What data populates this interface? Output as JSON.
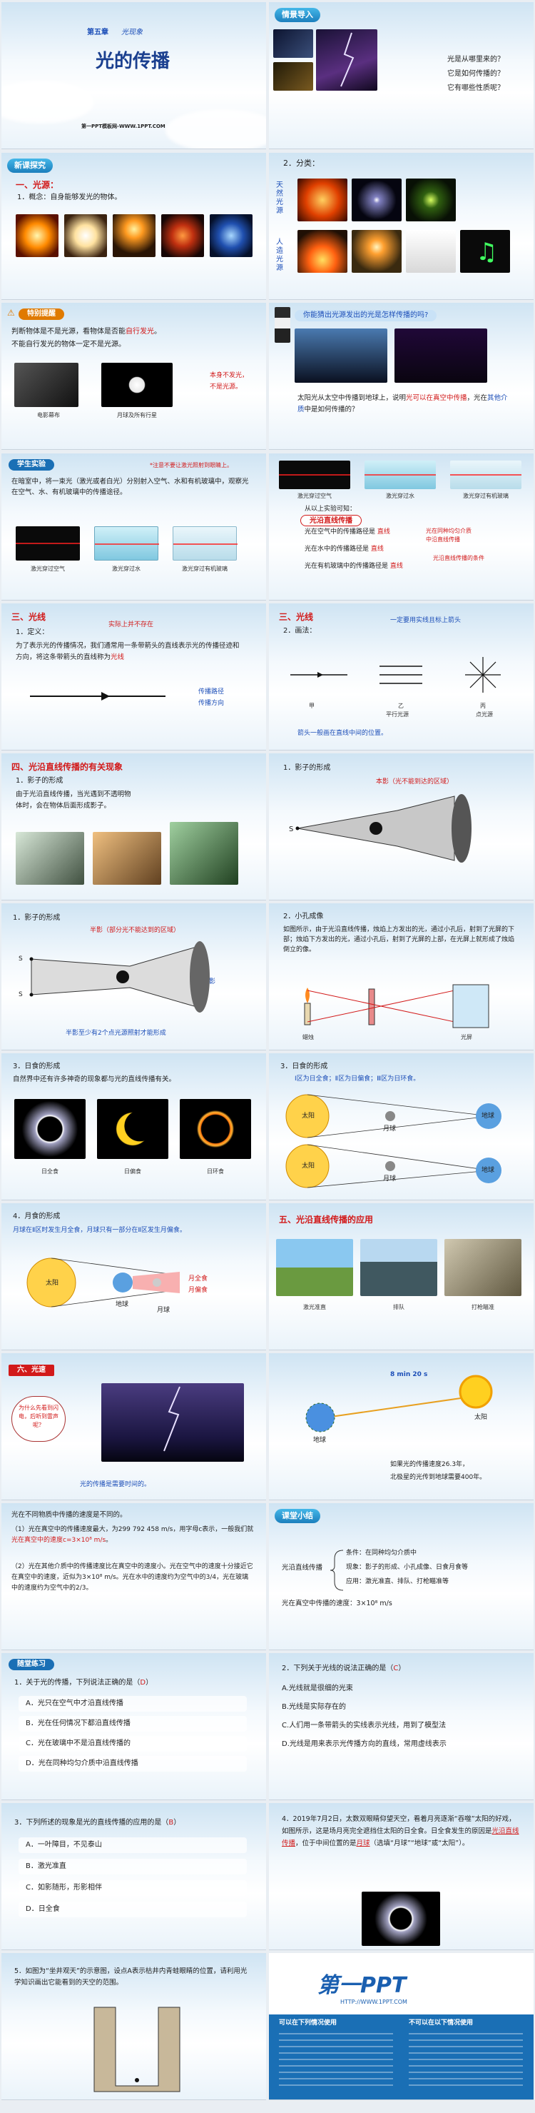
{
  "s1": {
    "chapter": "第五章",
    "chapter_sub": "光现象",
    "title": "光的传播",
    "footer": "第一PPT模板网-WWW.1PPT.COM"
  },
  "s2": {
    "badge": "情景导入",
    "q1": "光是从哪里来的？",
    "q2": "它是如何传播的？",
    "q3": "它有哪些性质呢？"
  },
  "s3": {
    "badge": "新课探究",
    "heading": "一、光源：",
    "def": "1．概念：自身能够发光的物体。"
  },
  "s4": {
    "heading": "2．分类：",
    "natural": "天然光源",
    "artificial": "人造光源"
  },
  "s5": {
    "badge": "特别提醒",
    "line1": "判断物体是不是光源，看物体是否能",
    "line1_hl": "自行发光",
    "line1_end": "。",
    "line2": "不能自行发光的物体一定不是光源。",
    "cap1": "电影幕布",
    "cap2": "月球及所有行星",
    "note1": "本身不发光，",
    "note2": "不是光源。"
  },
  "s6": {
    "question": "你能猜出光源发出的光是怎样传播的吗?",
    "text1": "太阳光从太空中传播到地球上，说明",
    "hl1": "光可以在真空中传播",
    "text2": "，光在",
    "hl2": "其他介质",
    "text3": "中是如何传播的？"
  },
  "s7": {
    "badge": "学生实验",
    "warn": "*注意不要让激光照射到眼睛上。",
    "text": "在暗室中，将一束光（激光或者白光）分别射入空气、水和有机玻璃中，观察光在空气、水、有机玻璃中的传播途径。",
    "cap1": "激光穿过空气",
    "cap2": "激光穿过水",
    "cap3": "激光穿过有机玻璃"
  },
  "s8": {
    "cap1": "激光穿过空气",
    "cap2": "激光穿过水",
    "cap3": "激光穿过有机玻璃",
    "intro": "从以上实验可知：",
    "l1": "光在空气中的传播路径是",
    "a1": "直线",
    "l2": "光在水中的传播路径是",
    "a2": "直线",
    "l3": "光在有机玻璃中的传播路径是",
    "a3": "直线",
    "box": "光沿直线传播",
    "b1": "光在同种均匀介质",
    "b2": "中沿直线传播",
    "b3": "光沿直线传播的条件"
  },
  "s9": {
    "heading": "三、光线",
    "def1": "1．定义：",
    "note": "实际上并不存在",
    "body": "为了表示光的传播情况，我们通常用一条带箭头的直线表示光的传播径迹和方向，将这条带箭头的直线称为",
    "ans": "光线",
    "tag1": "传播路径",
    "tag2": "传播方向"
  },
  "s10": {
    "heading": "三、光线",
    "sub": "2．画法：",
    "note": "一定要用实线且标上箭头",
    "c1": "甲",
    "c2": "乙",
    "c3": "丙",
    "c2b": "平行光源",
    "c3b": "点光源",
    "bottom": "箭头一般画在直线中间的位置。"
  },
  "s11": {
    "heading": "四、光沿直线传播的有关现象",
    "sub": "1．影子的形成",
    "text": "由于光沿直线传播，当光遇到不透明物体时，会在物体后面形成影子。"
  },
  "s12": {
    "sub": "1．影子的形成",
    "note": "本影（光不能到达的区域）",
    "s": "S"
  },
  "s13": {
    "sub": "1．影子的形成",
    "note1": "半影（部分光不能达到的区域）",
    "note2": "本影",
    "s1": "S",
    "s2": "S",
    "bottom": "半影至少有2个点光源照射才能形成"
  },
  "s14": {
    "sub": "2．小孔成像",
    "text": "如图所示，由于光沿直线传播，烛焰上方发出的光，通过小孔后，射到了光屏的下部；烛焰下方发出的光，通过小孔后，射到了光屏的上部，在光屏上就形成了烛焰倒立的像。",
    "c1": "蜡烛",
    "c2": "光屏"
  },
  "s15": {
    "sub": "3．日食的形成",
    "text": "自然界中还有许多神奇的现象都与光的直线传播有关。",
    "c1": "日全食",
    "c2": "日偏食",
    "c3": "日环食"
  },
  "s16": {
    "sub": "3．日食的形成",
    "note": "Ⅰ区为日全食；Ⅱ区为日偏食；Ⅲ区为日环食。",
    "sun1": "太阳",
    "sun2": "太阳",
    "moon1": "月球",
    "moon2": "月球",
    "earth1": "地球",
    "earth2": "地球"
  },
  "s17": {
    "sub": "4．月食的形成",
    "note": "月球在Ⅱ区时发生月全食，月球只有一部分在Ⅱ区发生月偏食。",
    "sun": "太阳",
    "earth": "地球",
    "moon": "月球",
    "t1": "月全食",
    "t2": "月偏食"
  },
  "s18": {
    "heading": "五、光沿直线传播的应用",
    "c1": "激光准直",
    "c2": "排队",
    "c3": "打枪瞄准"
  },
  "s19": {
    "heading": "六、光速",
    "bubble": "为什么先看到闪电，后听到雷声呢？",
    "bottom": "光的传播是需要时间的。"
  },
  "s20": {
    "time": "8 min 20 s",
    "sun": "太阳",
    "earth": "地球",
    "l1": "如果光的传播速度26.3年，",
    "l2": "北极星的光传到地球需要400年。"
  },
  "s21": {
    "l0": "光在不同物质中传播的速度是不同的。",
    "l1": "（1）光在真空中的传播速度最大，为299 792 458 m/s，用字母c表示，一般我们就",
    "l1hl": "光在真空中的速度c=3×10⁸ m/s",
    "l1e": "。",
    "l2": "（2）光在其他介质中的传播速度比在真空中的速度小。光在空气中的速度十分接近它在真空中的速度，近似为3×10⁸ m/s。光在水中的速度约为空气中的3/4，光在玻璃中的速度约为空气中的2/3。"
  },
  "s22": {
    "badge": "课堂小结",
    "root": "光沿直线传播",
    "a": "条件：在同种均匀介质中",
    "b": "现象：影子的形成、小孔成像、日食月食等",
    "c": "应用：激光准直、排队、打枪瞄准等",
    "d": "光在真空中传播的速度：3×10⁸ m/s"
  },
  "s23": {
    "badge": "随堂练习",
    "q": "1．关于光的传播，下列说法正确的是（",
    "ans": "D",
    "qe": "）",
    "A": "A．光只在空气中才沿直线传播",
    "B": "B．光在任何情况下都沿直线传播",
    "C": "C．光在玻璃中不是沿直线传播的",
    "D": "D．光在同种均匀介质中沿直线传播"
  },
  "s24": {
    "q": "2．下列关于光线的说法正确的是（",
    "ans": "C",
    "qe": "）",
    "A": "A.光线就是很细的光束",
    "B": "B.光线是实际存在的",
    "C": "C.人们用一条带箭头的实线表示光线，用到了模型法",
    "D": "D.光线是用来表示光传播方向的直线，常用虚线表示"
  },
  "s25": {
    "q": "3．下列所述的现象是光的直线传播的应用的是（",
    "ans": "B",
    "qe": "）",
    "A": "A．一叶障目，不见泰山",
    "B": "B．激光准直",
    "C": "C．如影随形，形影相伴",
    "D": "D．日全食"
  },
  "s26": {
    "q1": "4．2019年7月2日，太数双眼睛仰望天空，看着月亮逐渐“吞噬”太阳的好戏，如图所示，这是场月亮完全遮挡住太阳的日全食。日全食发生的原因是",
    "a1": "光沿直线传播",
    "q2": "，位于中间位置的是",
    "a2": "月球",
    "q3": "（选填“月球”“地球”或“太阳”）。"
  },
  "s27": {
    "q": "5．如图为“坐井观天”的示意图，设点A表示枯井内青蛙眼睛的位置，请利用光学知识画出它能看到的天空的范围。"
  },
  "s28": {
    "logo": "第一PPT",
    "url": "HTTP://WWW.1PPT.COM",
    "h1": "可以在下列情况使用",
    "h2": "不可以在以下情况使用"
  },
  "colors": {
    "accent": "#1d4fb8",
    "red": "#d21a1a",
    "badge": "#1c7fbd"
  }
}
